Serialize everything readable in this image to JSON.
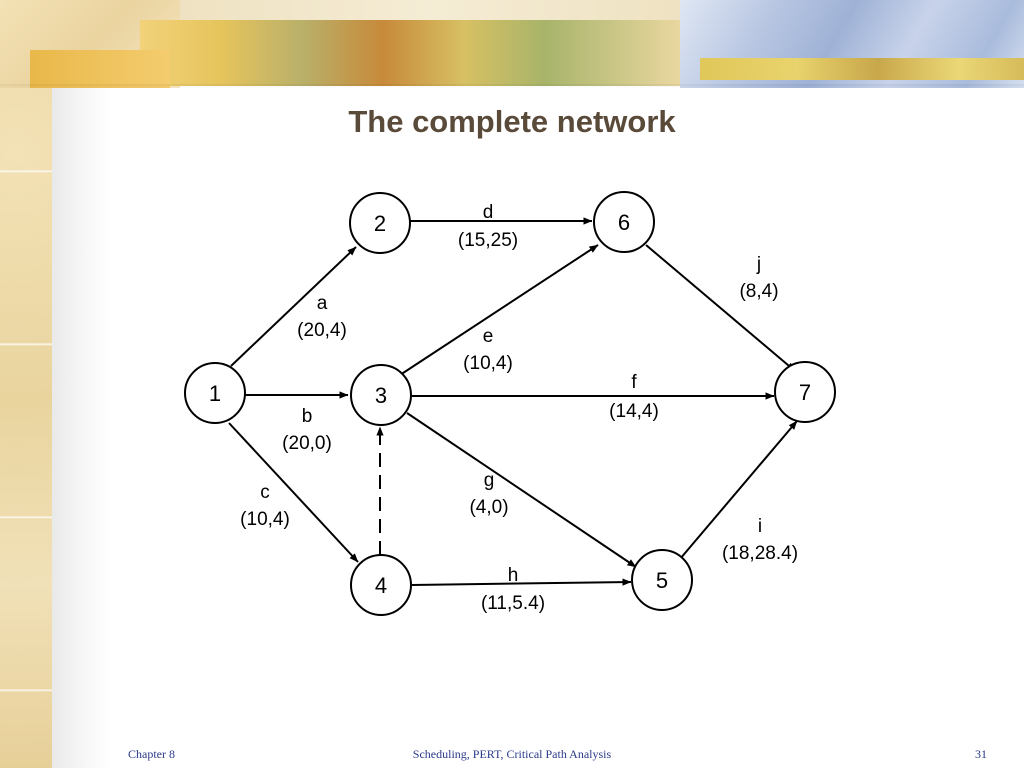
{
  "slide": {
    "title": "The complete network"
  },
  "network": {
    "nodes": [
      {
        "id": "1",
        "label": "1"
      },
      {
        "id": "2",
        "label": "2"
      },
      {
        "id": "3",
        "label": "3"
      },
      {
        "id": "4",
        "label": "4"
      },
      {
        "id": "5",
        "label": "5"
      },
      {
        "id": "6",
        "label": "6"
      },
      {
        "id": "7",
        "label": "7"
      }
    ],
    "edges": [
      {
        "from": "1",
        "to": "2",
        "name": "a",
        "values": "(20,4)",
        "style": "solid"
      },
      {
        "from": "1",
        "to": "3",
        "name": "b",
        "values": "(20,0)",
        "style": "solid"
      },
      {
        "from": "1",
        "to": "4",
        "name": "c",
        "values": "(10,4)",
        "style": "solid"
      },
      {
        "from": "2",
        "to": "6",
        "name": "d",
        "values": "(15,25)",
        "style": "solid"
      },
      {
        "from": "3",
        "to": "6",
        "name": "e",
        "values": "(10,4)",
        "style": "solid"
      },
      {
        "from": "3",
        "to": "7",
        "name": "f",
        "values": "(14,4)",
        "style": "solid"
      },
      {
        "from": "3",
        "to": "5",
        "name": "g",
        "values": "(4,0)",
        "style": "solid"
      },
      {
        "from": "4",
        "to": "5",
        "name": "h",
        "values": "(11,5.4)",
        "style": "solid"
      },
      {
        "from": "5",
        "to": "7",
        "name": "i",
        "values": "(18,28.4)",
        "style": "solid"
      },
      {
        "from": "6",
        "to": "7",
        "name": "j",
        "values": "(8,4)",
        "style": "solid"
      },
      {
        "from": "4",
        "to": "3",
        "name": "",
        "values": "",
        "style": "dashed"
      }
    ]
  },
  "footer": {
    "left": "Chapter 8",
    "center": "Scheduling, PERT, Critical Path Analysis",
    "right": "31"
  },
  "colors": {
    "title": "#5a4a3a",
    "footer": "#2a3a8a",
    "lines": "#000000"
  }
}
